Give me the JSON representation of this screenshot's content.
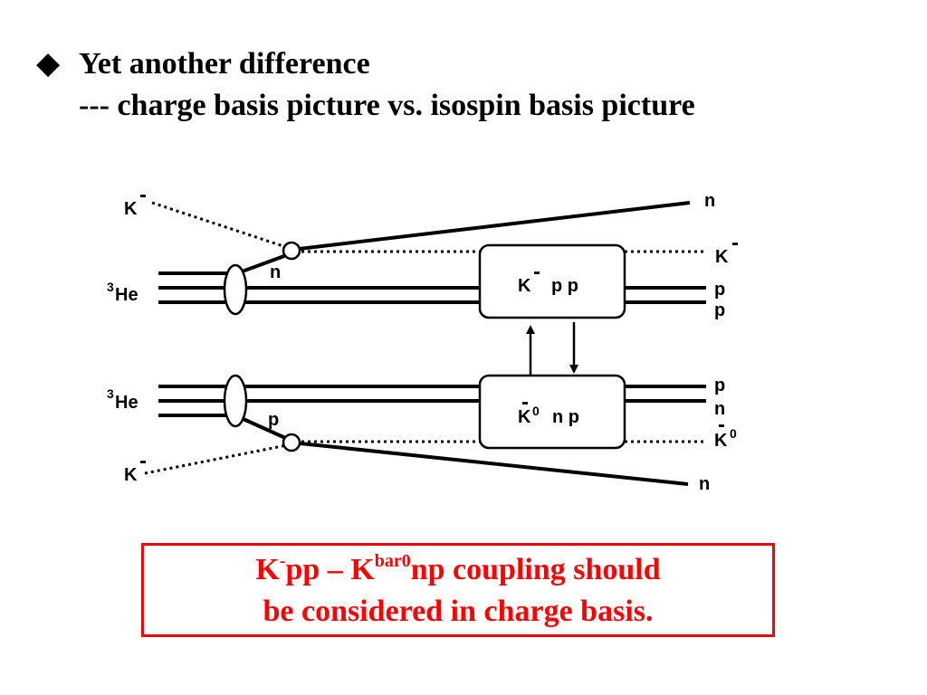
{
  "heading": {
    "bullet": "◆",
    "line1": "Yet another difference",
    "line2": "--- charge basis picture vs. isospin basis picture"
  },
  "diagram": {
    "upper": {
      "kaon_in": "K",
      "kaon_in_charge": "-",
      "nucleus_sup": "3",
      "nucleus": "He",
      "struck_nucleon": "n",
      "out_top": "n",
      "out_kaon": "K",
      "out_kaon_charge": "-",
      "out_p1": "p",
      "out_p2": "p",
      "box_k": "K",
      "box_k_charge": "-",
      "box_rest": "p p"
    },
    "lower": {
      "kaon_in": "K",
      "kaon_in_charge": "-",
      "nucleus_sup": "3",
      "nucleus": "He",
      "struck_nucleon": "p",
      "out_p": "p",
      "out_n": "n",
      "out_kaon_bar": "-",
      "out_kaon": "K",
      "out_kaon_sup": "0",
      "out_bottom": "n",
      "box_bar": "-",
      "box_k": "K",
      "box_k_sup": "0",
      "box_rest": "n p"
    }
  },
  "conclusion": {
    "k": "K",
    "k_charge": "-",
    "pp": "pp – K",
    "bar_sup": "bar0",
    "np_rest": "np coupling should",
    "line2": "be considered in charge basis."
  },
  "colors": {
    "text": "#000000",
    "accent": "#ff0000"
  }
}
